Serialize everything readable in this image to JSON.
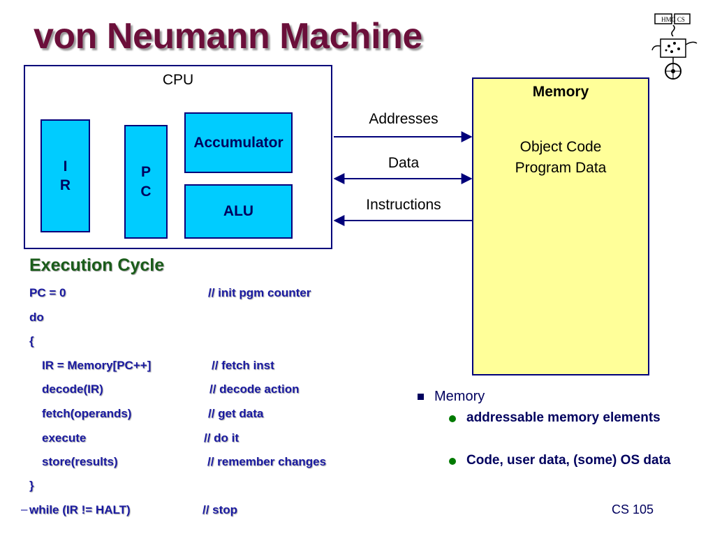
{
  "title": "von Neumann Machine",
  "cpu": {
    "label": "CPU",
    "ir": "I\nR",
    "pc": "P\nC",
    "accumulator": "Accumulator",
    "alu": "ALU"
  },
  "memory": {
    "title": "Memory",
    "line1": "Object Code",
    "line2": "Program Data"
  },
  "buses": {
    "addresses": "Addresses",
    "data": "Data",
    "instructions": "Instructions"
  },
  "execution": {
    "title": "Execution Cycle",
    "lines": [
      {
        "code": "PC = 0",
        "comment": "// init pgm counter"
      },
      {
        "code": "do",
        "comment": ""
      },
      {
        "code": "{",
        "comment": ""
      },
      {
        "code": "IR = Memory[PC++]",
        "comment": "// fetch inst"
      },
      {
        "code": "decode(IR)",
        "comment": "// decode action"
      },
      {
        "code": "fetch(operands)",
        "comment": "// get data"
      },
      {
        "code": "execute",
        "comment": "//  do it"
      },
      {
        "code": "store(results)",
        "comment": "//  remember changes"
      },
      {
        "code": "}",
        "comment": ""
      },
      {
        "code": "while (IR != HALT)",
        "comment": "// stop"
      }
    ]
  },
  "bullets": {
    "main": "Memory",
    "sub1": "addressable memory elements",
    "sub2": "Code, user data, (some) OS data"
  },
  "footer": "CS 105",
  "logo_text": "HMC CS",
  "dash": "–",
  "colors": {
    "title": "#6b0f3a",
    "register_fill": "#00ccff",
    "memory_fill": "#ffff99",
    "border": "#00007a",
    "code": "#1a1aa0",
    "exec_title": "#1a5c1a"
  }
}
